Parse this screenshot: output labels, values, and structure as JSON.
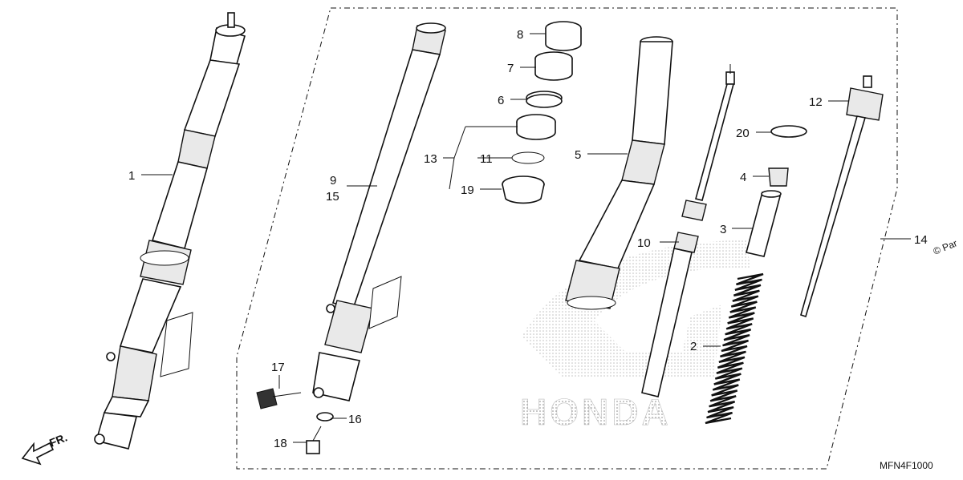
{
  "diagram": {
    "code": "MFN4F1000",
    "watermark_brand": "HONDA",
    "copyright_text": "© Par",
    "direction_label": "FR.",
    "callouts": [
      "1",
      "2",
      "3",
      "4",
      "5",
      "6",
      "7",
      "8",
      "9",
      "15",
      "10",
      "11",
      "12",
      "13",
      "14",
      "16",
      "17",
      "18",
      "19",
      "20"
    ]
  }
}
